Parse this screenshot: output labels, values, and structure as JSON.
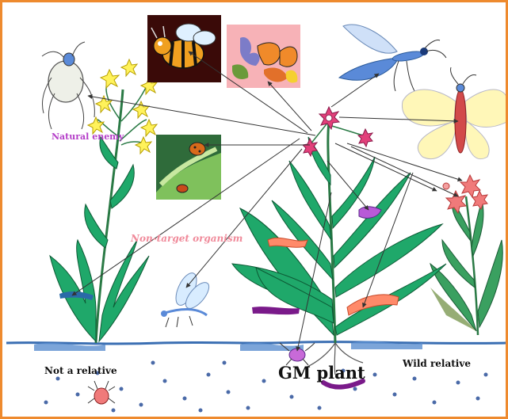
{
  "labels": {
    "natural_enemy": "Natural enemy",
    "non_target": "Non-target organism",
    "not_relative": "Not a relative",
    "gm_plant": "GM plant",
    "wild_relative": "Wild relative"
  },
  "colors": {
    "border": "#ee8a2e",
    "leaf": "#1fa86a",
    "soil": "#3b6fb3",
    "flower": "#e2407a",
    "natural_enemy_text": "#b43ec8",
    "non_target_text": "#f08a9a"
  }
}
